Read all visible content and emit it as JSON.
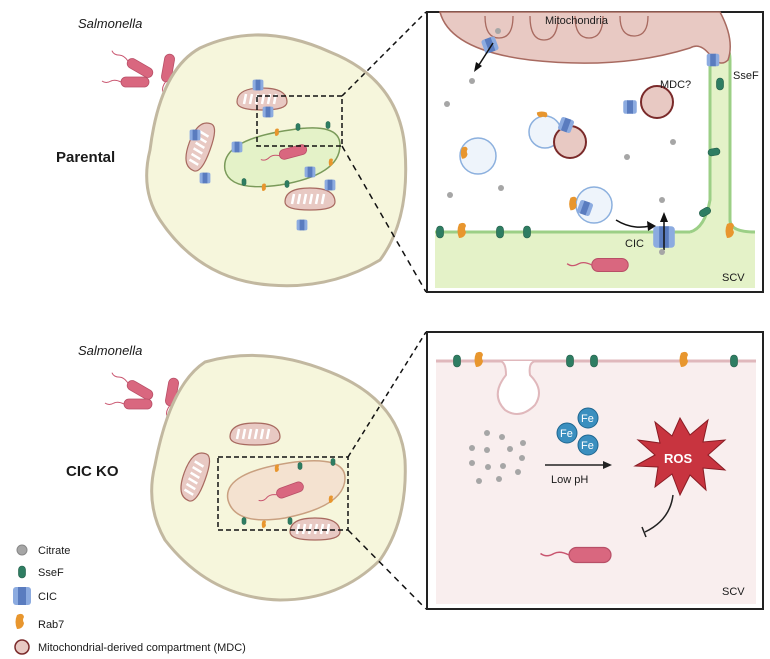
{
  "figure": {
    "panels": [
      {
        "id": "parental",
        "label": "Parental",
        "bacteria_label": "Salmonella",
        "inset": {
          "mitochondria_label": "Mitochondria",
          "mdc_label": "MDC?",
          "ssef_label": "SseF",
          "cic_label": "CIC",
          "vacuole_label": "SCV"
        }
      },
      {
        "id": "cic-ko",
        "label": "CIC KO",
        "bacteria_label": "Salmonella",
        "inset": {
          "iron_labels": [
            "Fe",
            "Fe",
            "Fe"
          ],
          "arrow_label": "Low pH",
          "ros_label": "ROS",
          "vacuole_label": "SCV"
        }
      }
    ],
    "legend": [
      {
        "icon": "citrate-icon",
        "label": "Citrate"
      },
      {
        "icon": "ssef-icon",
        "label": "SseF"
      },
      {
        "icon": "cic-icon",
        "label": "CIC"
      },
      {
        "icon": "rab7-icon",
        "label": "Rab7"
      },
      {
        "icon": "mdc-icon",
        "label": "Mitochondrial-derived compartment (MDC)"
      }
    ],
    "colors": {
      "cell_fill": "#f6f6dc",
      "cell_stroke": "#c2b8a0",
      "mito_fill": "#e8c9c3",
      "mito_stroke": "#a86a60",
      "bacteria": "#d9677f",
      "ssef": "#2e7d62",
      "cic": "#6b8fc9",
      "rab7": "#e8962e",
      "citrate": "#a6a6a6",
      "scv_parental": "#e4f2c8",
      "scv_ko": "#f9eeee",
      "ros": "#c8343f",
      "iron": "#3b8fbf"
    }
  }
}
